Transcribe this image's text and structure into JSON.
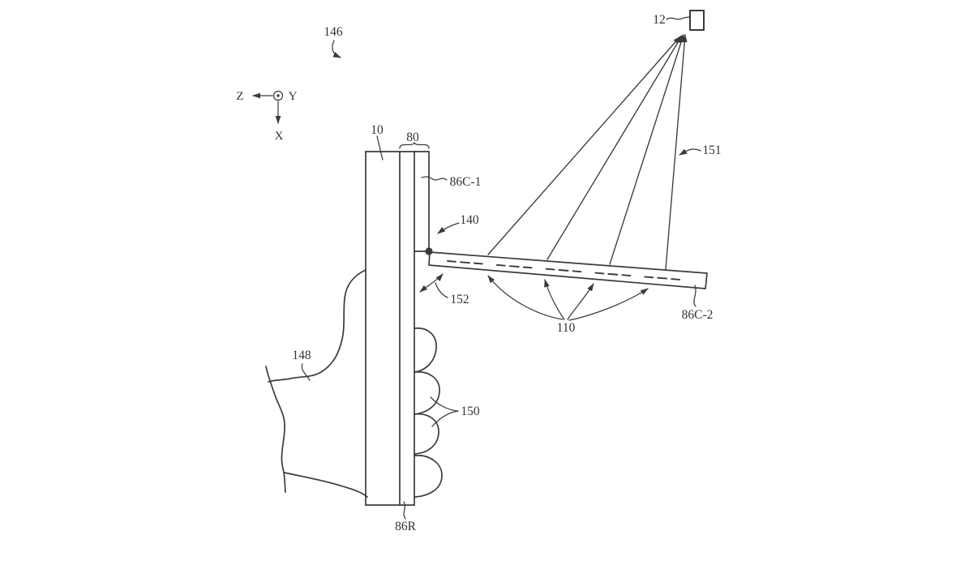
{
  "figure": {
    "type": "patent-line-drawing",
    "background": "#ffffff",
    "line_color": "#3b3b3b",
    "text_color": "#333333",
    "reference_labels": {
      "r146": "146",
      "r12": "12",
      "r151": "151",
      "r10": "10",
      "r80": "80",
      "r86c1": "86C-1",
      "r140": "140",
      "r152": "152",
      "r110": "110",
      "r86c2": "86C-2",
      "r148": "148",
      "r150": "150",
      "r86r": "86R"
    },
    "axes": {
      "z": "Z",
      "y": "Y",
      "x": "X"
    }
  }
}
